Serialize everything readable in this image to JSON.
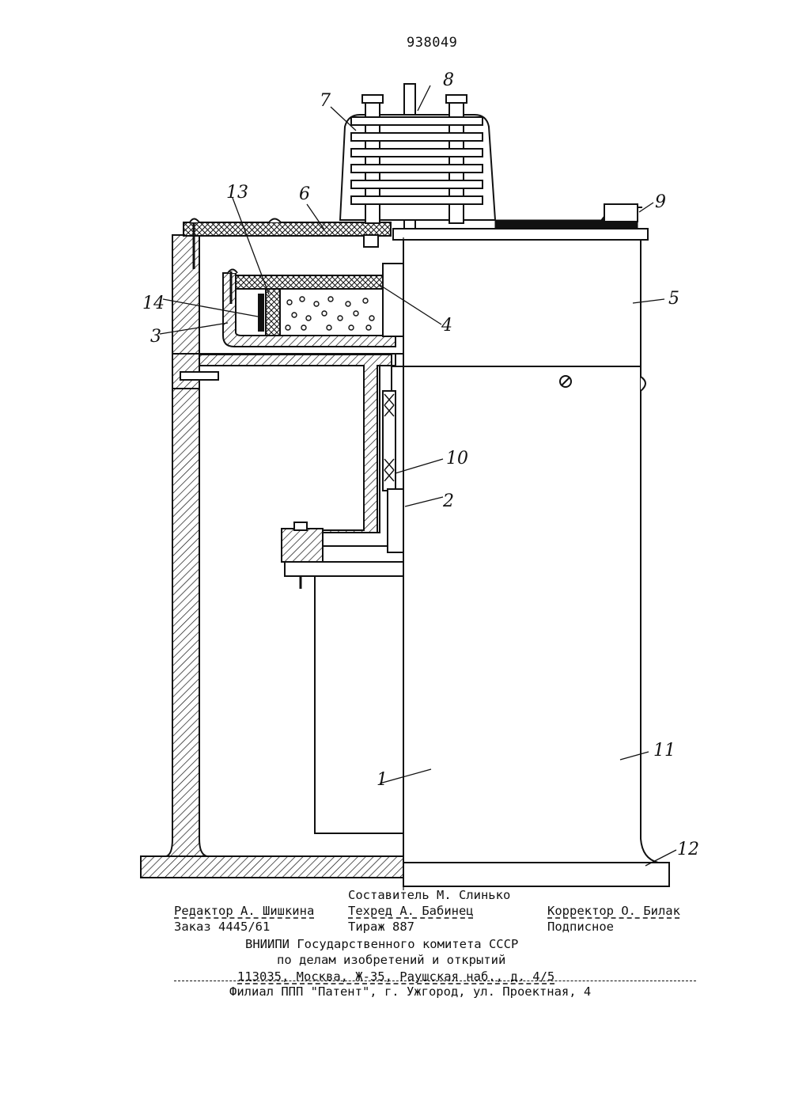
{
  "document": {
    "patent_number": "938049"
  },
  "drawing": {
    "callouts": [
      "1",
      "2",
      "3",
      "4",
      "5",
      "6",
      "7",
      "8",
      "9",
      "10",
      "11",
      "12",
      "13",
      "14"
    ]
  },
  "imprint": {
    "compiler": "Составитель М. Слинько",
    "editor": "Редактор А. Шишкина",
    "techred": "Техред А. Бабинец",
    "corrector": "Корректор О. Билак",
    "order": "Заказ 4445/61",
    "circulation": "Тираж 887",
    "subscription": "Подписное",
    "org_line1": "ВНИИПИ Государственного комитета СССР",
    "org_line2": "по делам изобретений и открытий",
    "address": "113035, Москва, Ж-35, Раушская наб., д. 4/5",
    "branch": "Филиал ППП \"Патент\", г. Ужгород, ул. Проектная, 4"
  }
}
